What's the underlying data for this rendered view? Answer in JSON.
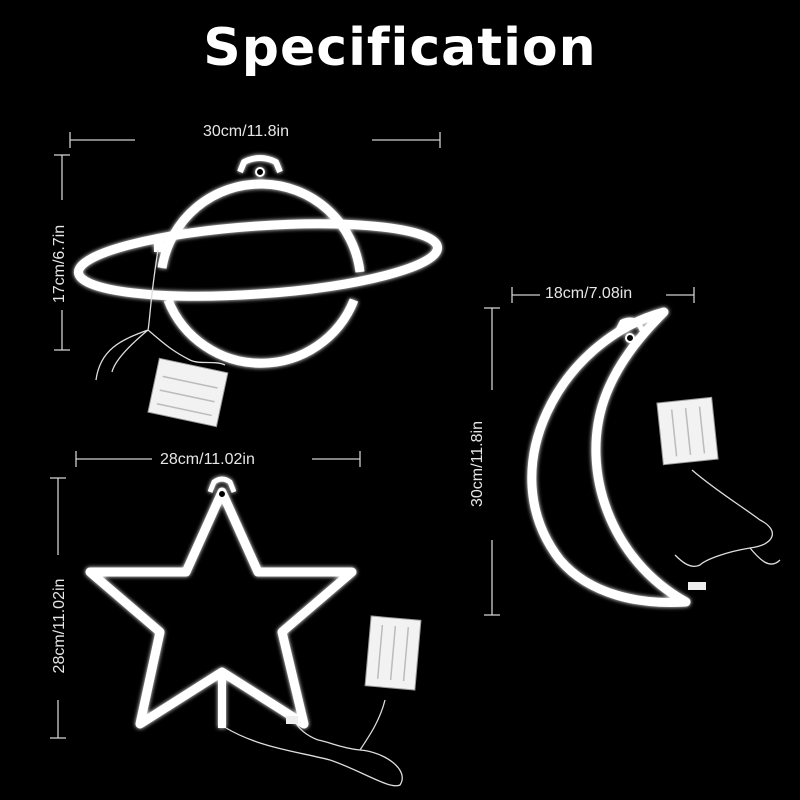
{
  "title": "Specification",
  "products": [
    {
      "name": "planet",
      "width_label": "30cm/11.8in",
      "height_label": "17cm/6.7in"
    },
    {
      "name": "moon",
      "width_label": "18cm/7.08in",
      "height_label": "30cm/11.8in"
    },
    {
      "name": "star",
      "width_label": "28cm/11.02in",
      "height_label": "28cm/11.02in"
    }
  ],
  "colors": {
    "background": "#000000",
    "neon": "#ffffff",
    "dimension_line": "#cfcfcf"
  }
}
